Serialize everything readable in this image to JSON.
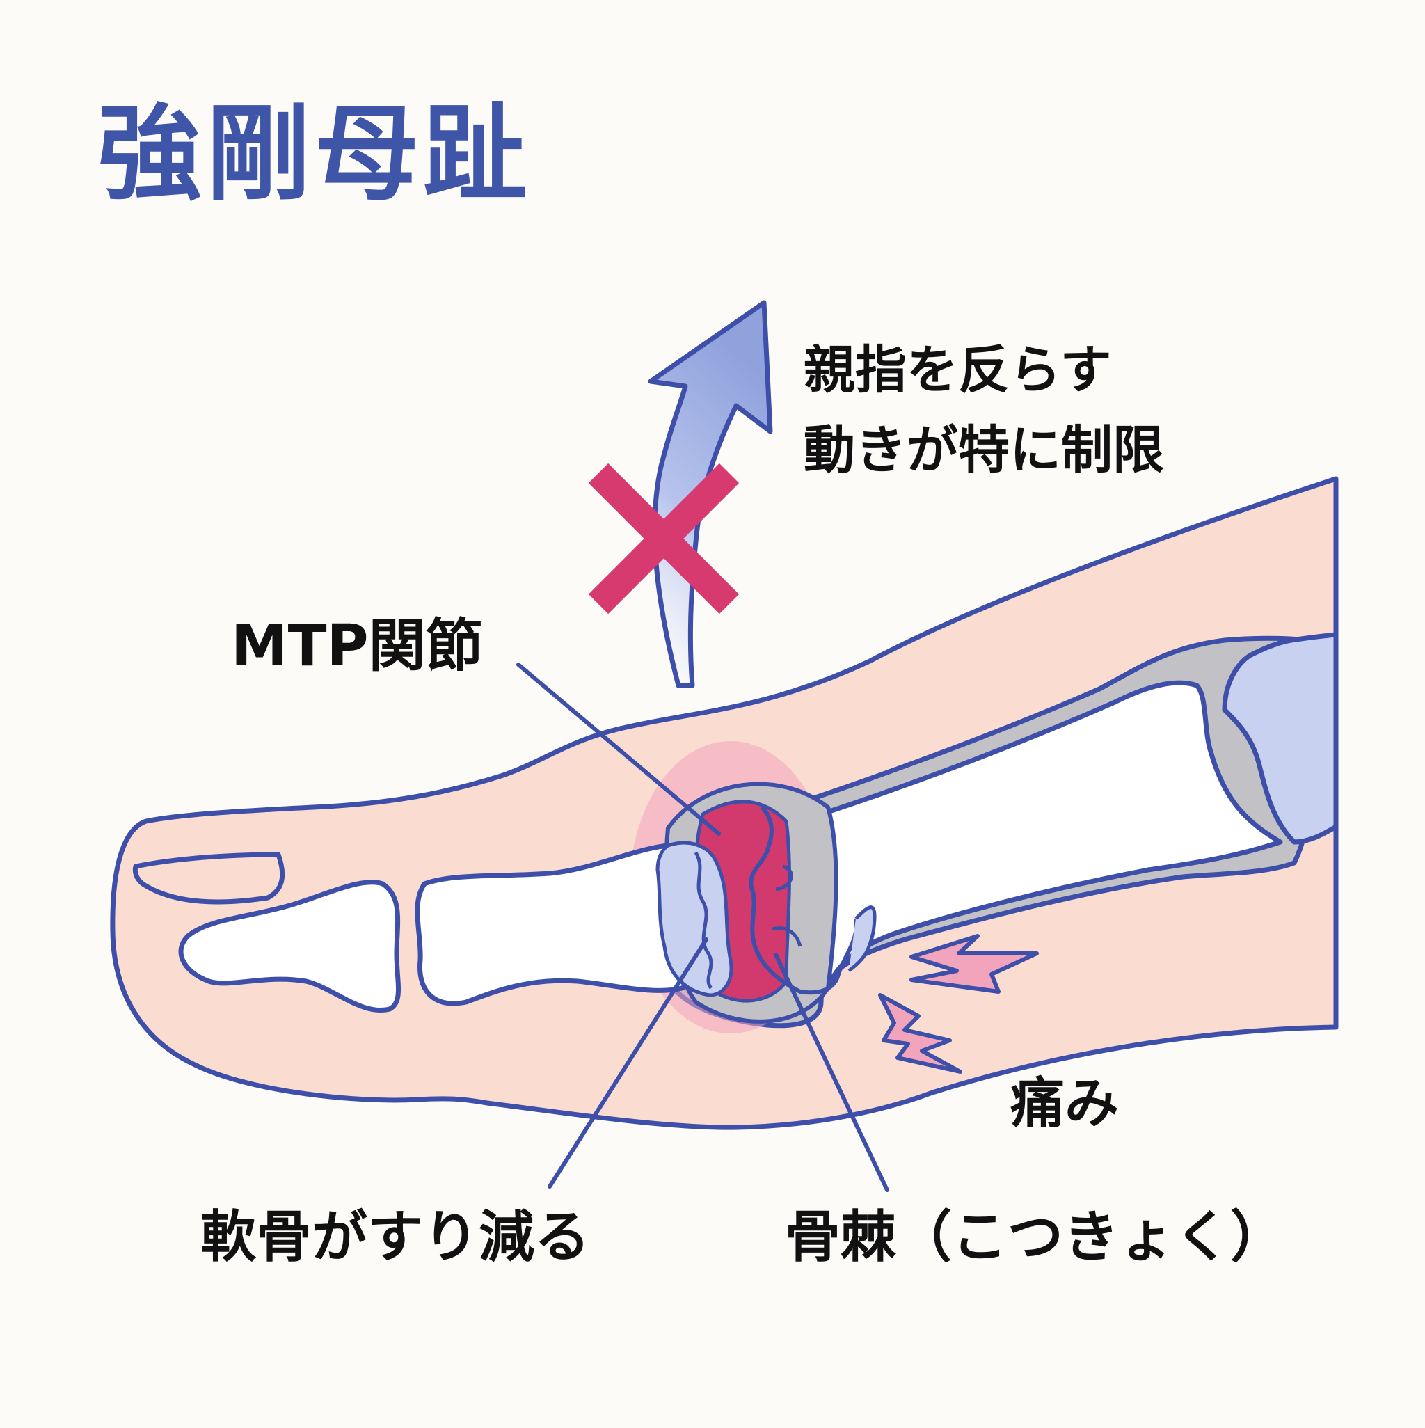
{
  "title": "強剛母趾",
  "labels": {
    "motion_line1": "親指を反らす",
    "motion_line2": "動きが特に制限",
    "mtp_joint": "MTP関節",
    "pain": "痛み",
    "cartilage": "軟骨がすり減る",
    "bone_spur": "骨棘（こつきょく）"
  },
  "colors": {
    "title": "#3f55a8",
    "outline": "#3d4fa8",
    "skin": "#fbdcd0",
    "bone": "#ffffff",
    "bone_shaft_shade": "#c2c2c6",
    "cartilage": "#c9d1f0",
    "inflammation": "#d23a6e",
    "inflammation_halo": "#f2a4bd",
    "cross_mark": "#d73a6f",
    "arrow": "#9aabe0",
    "text": "#111111"
  },
  "icons": {
    "arrow": "upward-curved-arrow-icon",
    "cross": "cross-mark-icon",
    "pain": "lightning-bolt-icon"
  }
}
